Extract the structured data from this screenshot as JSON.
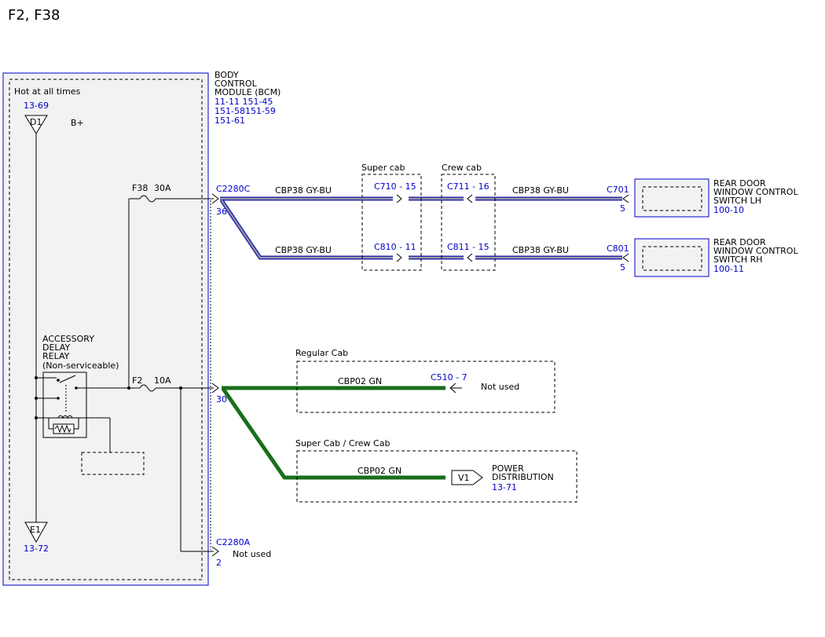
{
  "title": "F2, F38",
  "bcm": {
    "name_lines": [
      "BODY",
      "CONTROL",
      "MODULE (BCM)"
    ],
    "refs": [
      "11-11  151-45",
      "151-58151-59",
      "151-61"
    ]
  },
  "supply": {
    "label": "Hot at all times",
    "top_ref": "13-69",
    "top_pin": "D1",
    "b_plus": "B+",
    "bottom_pin": "E1",
    "bottom_ref": "13-72"
  },
  "relay": {
    "lines": [
      "ACCESSORY",
      "DELAY",
      "RELAY",
      "(Non-serviceable)"
    ]
  },
  "fuses": {
    "f38": {
      "name": "F38",
      "rating": "30A"
    },
    "f2": {
      "name": "F2",
      "rating": "10A"
    }
  },
  "connectors": {
    "c2280c": {
      "name": "C2280C",
      "pin": "36"
    },
    "pin30": "30",
    "c2280a": {
      "name": "C2280A",
      "pin": "2",
      "note": "Not used"
    }
  },
  "wires": {
    "lh_left": "CBP38  GY-BU",
    "lh_right": "CBP38  GY-BU",
    "rh_left": "CBP38  GY-BU",
    "rh_right": "CBP38  GY-BU",
    "regular": "CBP02  GN",
    "super_crew": "CBP02  GN"
  },
  "inline": {
    "super_cab": "Super cab",
    "crew_cab": "Crew cab",
    "c710": "C710 - 15",
    "c711": "C711 - 16",
    "c810": "C810 -  11",
    "c811": "C811 - 15"
  },
  "switch_lh": {
    "connector": "C701",
    "pin": "5",
    "lines": [
      "REAR DOOR",
      "WINDOW CONTROL",
      "SWITCH LH"
    ],
    "ref": "100-10"
  },
  "switch_rh": {
    "connector": "C801",
    "pin": "5",
    "lines": [
      "REAR DOOR",
      "WINDOW CONTROL",
      "SWITCH RH"
    ],
    "ref": "100-11"
  },
  "regular_cab": {
    "label": "Regular Cab",
    "connector": "C510 - 7",
    "note": "Not used"
  },
  "super_crew_cab": {
    "label": "Super Cab / Crew Cab",
    "pin": "V1",
    "dest_lines": [
      "POWER",
      "DISTRIBUTION"
    ],
    "ref": "13-71"
  },
  "colors": {
    "gy_bu_outer": "#2a2aa8",
    "gy_bu_inner": "#9a9aa8",
    "gn": "#1a6e1a",
    "ref_blue": "#0000cc",
    "module_fill": "#f2f2f2"
  }
}
